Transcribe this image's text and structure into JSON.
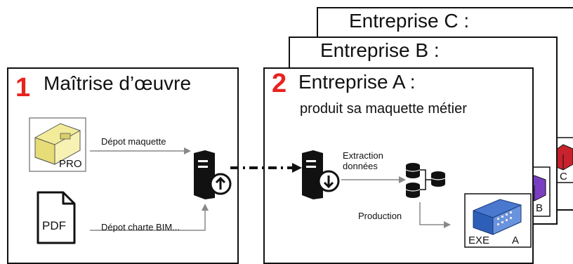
{
  "moe": {
    "number": "1",
    "title": "Maîtrise d’œuvre",
    "pro_tag": "PRO",
    "pdf_tag": "PDF",
    "depot_maquette": "Dépot maquette",
    "depot_charte": "Dépot charte BIM..."
  },
  "entreprise_c": {
    "title": "Entreprise C :",
    "tag": "C"
  },
  "entreprise_b": {
    "title": "Entreprise B :",
    "tag": "B"
  },
  "entreprise_a": {
    "number": "2",
    "title": "Entreprise A :",
    "subtitle": "produit sa maquette métier",
    "extraction": "Extraction\ndonnées",
    "production": "Production",
    "exe_tag": "EXE",
    "a_tag": "A"
  },
  "colors": {
    "accent_red": "#e8231f",
    "model_yellow": "#f2ec9a",
    "model_blue": "#2e5fb8",
    "model_purple": "#7a3fc1",
    "model_red": "#c8232c",
    "arrow_grey": "#888888"
  }
}
